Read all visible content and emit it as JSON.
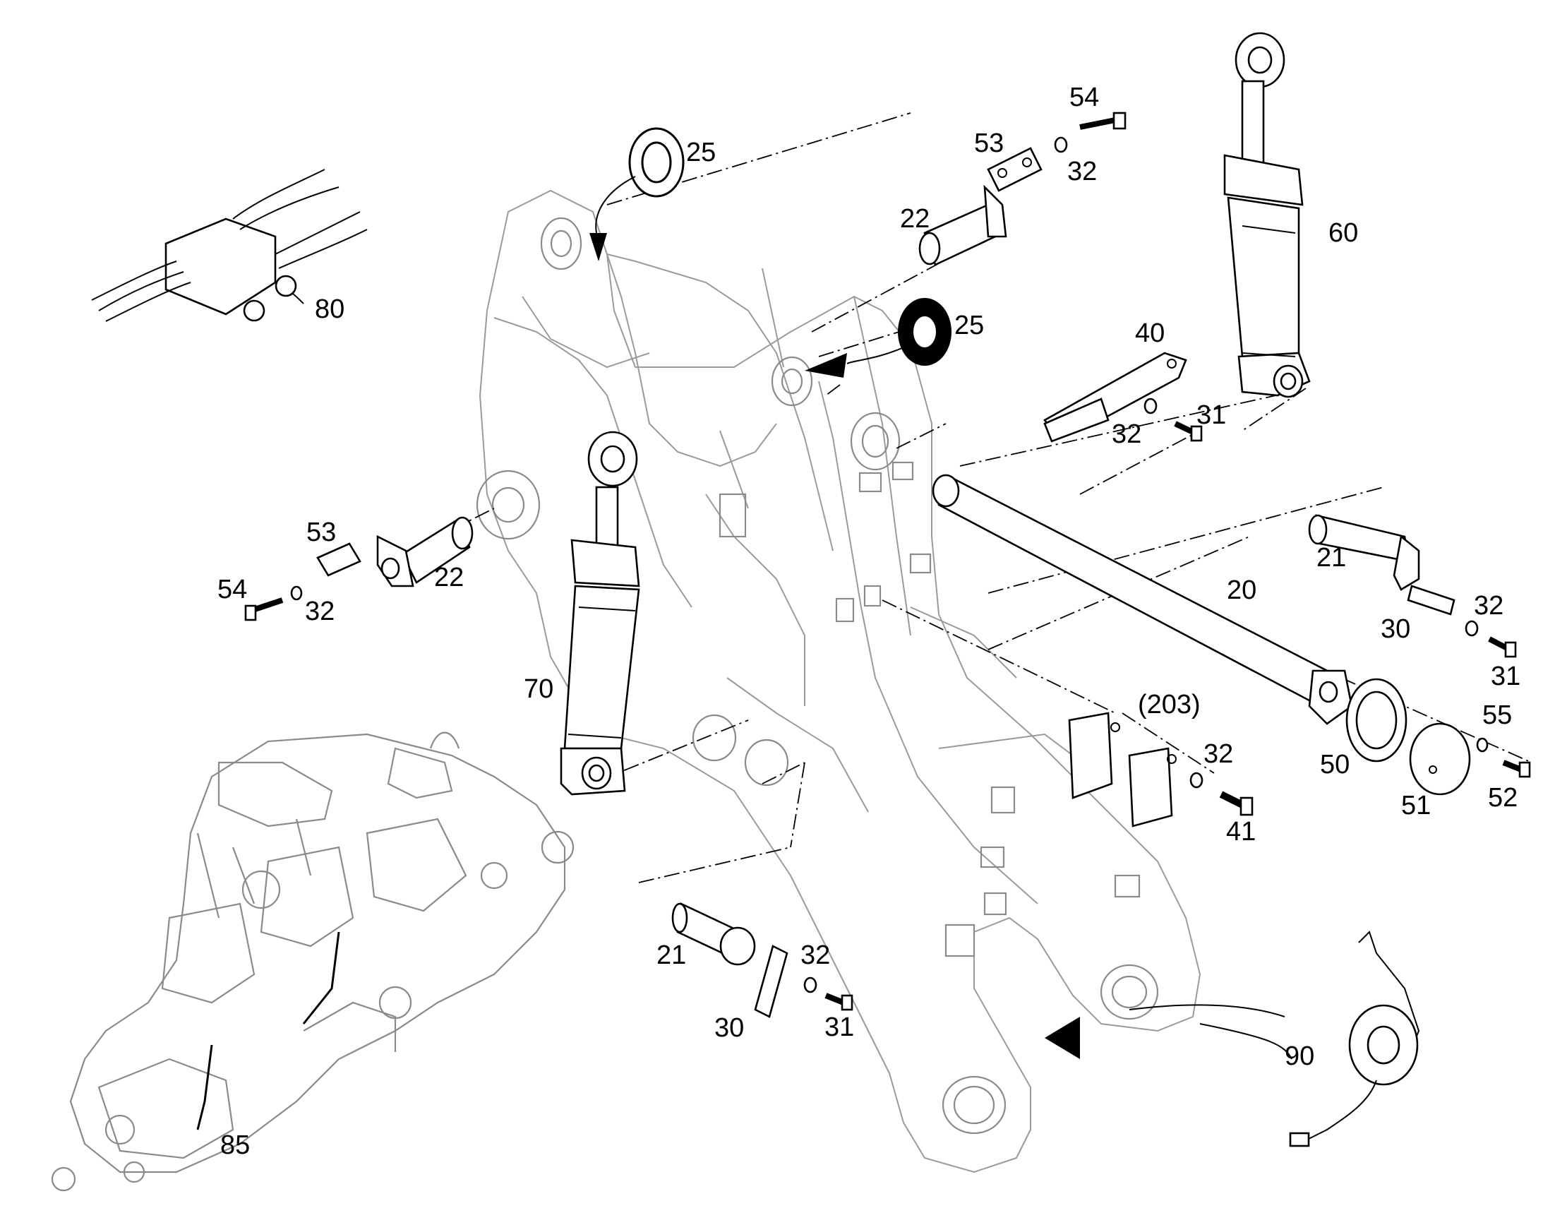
{
  "colors": {
    "line": "#000000",
    "ghost": "#9a9a9a",
    "background": "#ffffff"
  },
  "callouts": [
    {
      "id": "c25a",
      "text": "25"
    },
    {
      "id": "c54a",
      "text": "54"
    },
    {
      "id": "c53a",
      "text": "53"
    },
    {
      "id": "c32a",
      "text": "32"
    },
    {
      "id": "c22a",
      "text": "22"
    },
    {
      "id": "c60",
      "text": "60"
    },
    {
      "id": "c80",
      "text": "80"
    },
    {
      "id": "c25b",
      "text": "25"
    },
    {
      "id": "c40",
      "text": "40"
    },
    {
      "id": "c31a",
      "text": "31"
    },
    {
      "id": "c32b",
      "text": "32"
    },
    {
      "id": "c53b",
      "text": "53"
    },
    {
      "id": "c22b",
      "text": "22"
    },
    {
      "id": "c54b",
      "text": "54"
    },
    {
      "id": "c32c",
      "text": "32"
    },
    {
      "id": "c21a",
      "text": "21"
    },
    {
      "id": "c20",
      "text": "20"
    },
    {
      "id": "c32d",
      "text": "32"
    },
    {
      "id": "c30a",
      "text": "30"
    },
    {
      "id": "c31b",
      "text": "31"
    },
    {
      "id": "c70",
      "text": "70"
    },
    {
      "id": "c203",
      "text": "(203)"
    },
    {
      "id": "c55",
      "text": "55"
    },
    {
      "id": "c32e",
      "text": "32"
    },
    {
      "id": "c50",
      "text": "50"
    },
    {
      "id": "c51",
      "text": "51"
    },
    {
      "id": "c52",
      "text": "52"
    },
    {
      "id": "c41",
      "text": "41"
    },
    {
      "id": "c21b",
      "text": "21"
    },
    {
      "id": "c32f",
      "text": "32"
    },
    {
      "id": "c30b",
      "text": "30"
    },
    {
      "id": "c31c",
      "text": "31"
    },
    {
      "id": "c90",
      "text": "90"
    },
    {
      "id": "c85",
      "text": "85"
    }
  ]
}
